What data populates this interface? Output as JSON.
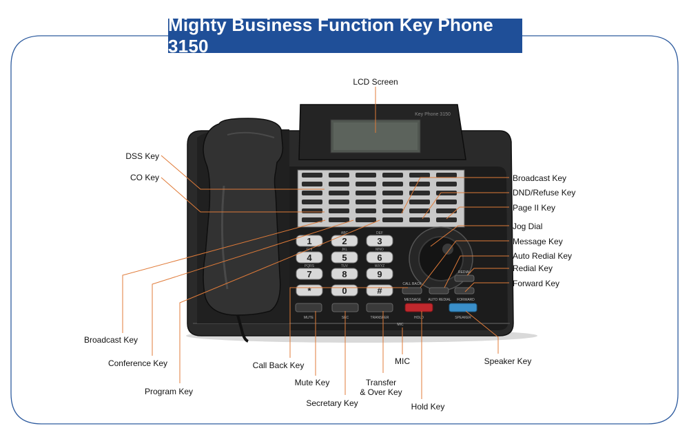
{
  "title": "Mighty Business Function Key Phone 3150",
  "colors": {
    "title_bg": "#1f4f98",
    "frame": "#2c5a9e",
    "leader": "#e07b39"
  },
  "phone": {
    "display_text": "Key Phone 3150",
    "dial_keys": [
      {
        "num": "1",
        "sub": ""
      },
      {
        "num": "2",
        "sub": "ABC"
      },
      {
        "num": "3",
        "sub": "DEF"
      },
      {
        "num": "4",
        "sub": "GHI"
      },
      {
        "num": "5",
        "sub": "JKL"
      },
      {
        "num": "6",
        "sub": "MNO"
      },
      {
        "num": "7",
        "sub": "PQRS"
      },
      {
        "num": "8",
        "sub": "TUV"
      },
      {
        "num": "9",
        "sub": "WXYZ"
      },
      {
        "num": "*",
        "sub": ""
      },
      {
        "num": "0",
        "sub": ""
      },
      {
        "num": "#",
        "sub": ""
      }
    ],
    "func_labels": {
      "call_back": "CALL BACK",
      "message": "MESSAGE",
      "auto_redial": "AUTO REDIAL",
      "redial": "REDIAL",
      "forward": "FORWARD",
      "mute": "MUTE",
      "sec": "SEC",
      "transfer": "TRANSFER",
      "hold": "HOLD",
      "speaker": "SPEAKER",
      "mic": "MIC"
    }
  },
  "labels": {
    "lcd_screen": "LCD Screen",
    "dss_key": "DSS Key",
    "co_key": "CO Key",
    "broadcast_key_right": "Broadcast Key",
    "dnd_refuse_key": "DND/Refuse Key",
    "page_ii_key": "Page II Key",
    "jog_dial": "Jog Dial",
    "message_key": "Message Key",
    "auto_redial_key": "Auto Redial Key",
    "redial_key": "Redial Key",
    "forward_key": "Forward Key",
    "broadcast_key_left": "Broadcast Key",
    "conference_key": "Conference Key",
    "program_key": "Program Key",
    "call_back_key": "Call Back Key",
    "mute_key": "Mute Key",
    "secretary_key": "Secretary Key",
    "transfer_line1": "Transfer",
    "transfer_line2": "& Over Key",
    "mic": "MIC",
    "hold_key": "Hold Key",
    "speaker_key": "Speaker Key"
  }
}
